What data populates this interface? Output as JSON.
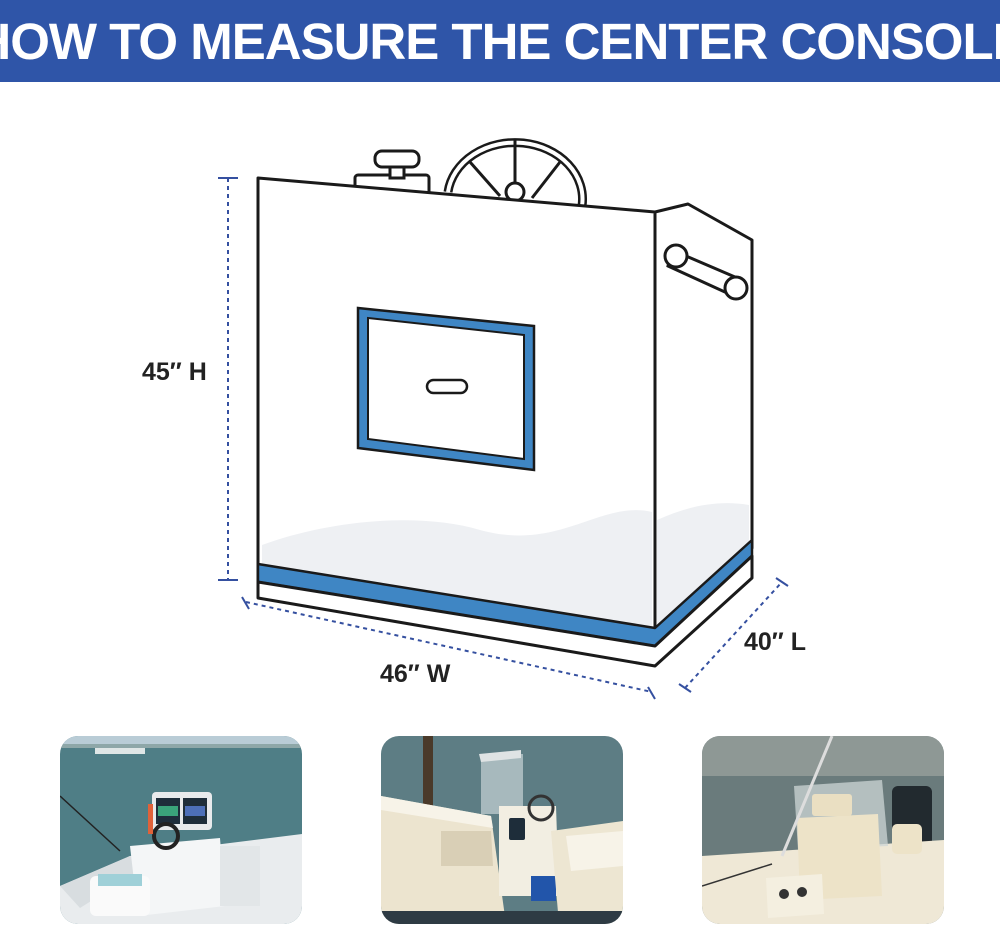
{
  "banner": {
    "title": "HOW TO MEASURE THE CENTER CONSOLE"
  },
  "dimensions": {
    "height_label": "45″ H",
    "width_label": "46″ W",
    "length_label": "40″ L"
  },
  "colors": {
    "banner": "#2f55a8",
    "trim_blue": "#3f86c4",
    "dim_line": "#3550a0",
    "outline": "#1a1a1a"
  },
  "photos": [
    {
      "icon": "boat-console-photo-1"
    },
    {
      "icon": "boat-console-photo-2"
    },
    {
      "icon": "boat-console-photo-3"
    }
  ]
}
